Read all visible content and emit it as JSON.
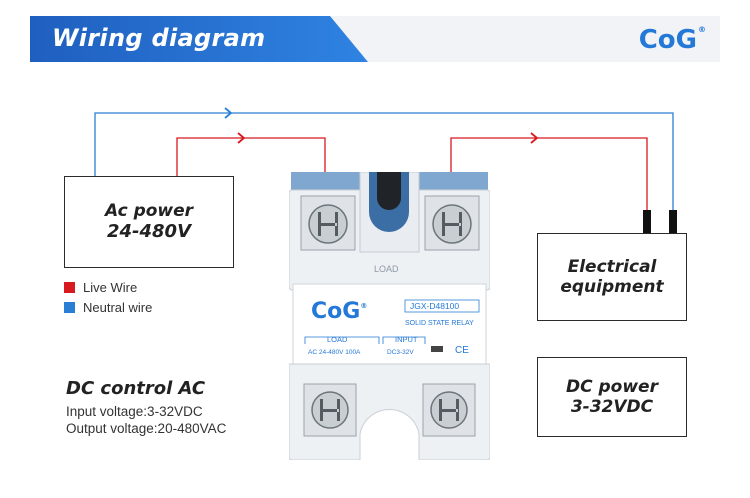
{
  "banner": {
    "title": "Wiring diagram",
    "brand": "CoG",
    "brand_mark": "®"
  },
  "colors": {
    "live": "#d71920",
    "neutral": "#2a7fd4",
    "banner_blue": "#2479d9",
    "relay_blue": "#7fa7cf"
  },
  "ac_power": {
    "line1": "Ac power",
    "line2": "24-480V"
  },
  "legend": {
    "live_label": "Live Wire",
    "neutral_label": "Neutral wire"
  },
  "equipment": {
    "line1": "Electrical",
    "line2": "equipment"
  },
  "dc_power": {
    "line1": "DC power",
    "line2": "3-32VDC"
  },
  "dc_control": {
    "title": "DC control AC",
    "input": "Input voltage:3-32VDC",
    "output": "Output voltage:20-480VAC"
  },
  "relay": {
    "brand": "CoG",
    "brand_mark": "®",
    "model": "JGX-D48100",
    "subtitle": "SOLID STATE RELAY",
    "load_label": "LOAD",
    "load_value": "AC 24-480V 100A",
    "input_label": "INPUT",
    "input_value": "DC3-32V",
    "top_label": "LOAD",
    "cert": "CE"
  }
}
